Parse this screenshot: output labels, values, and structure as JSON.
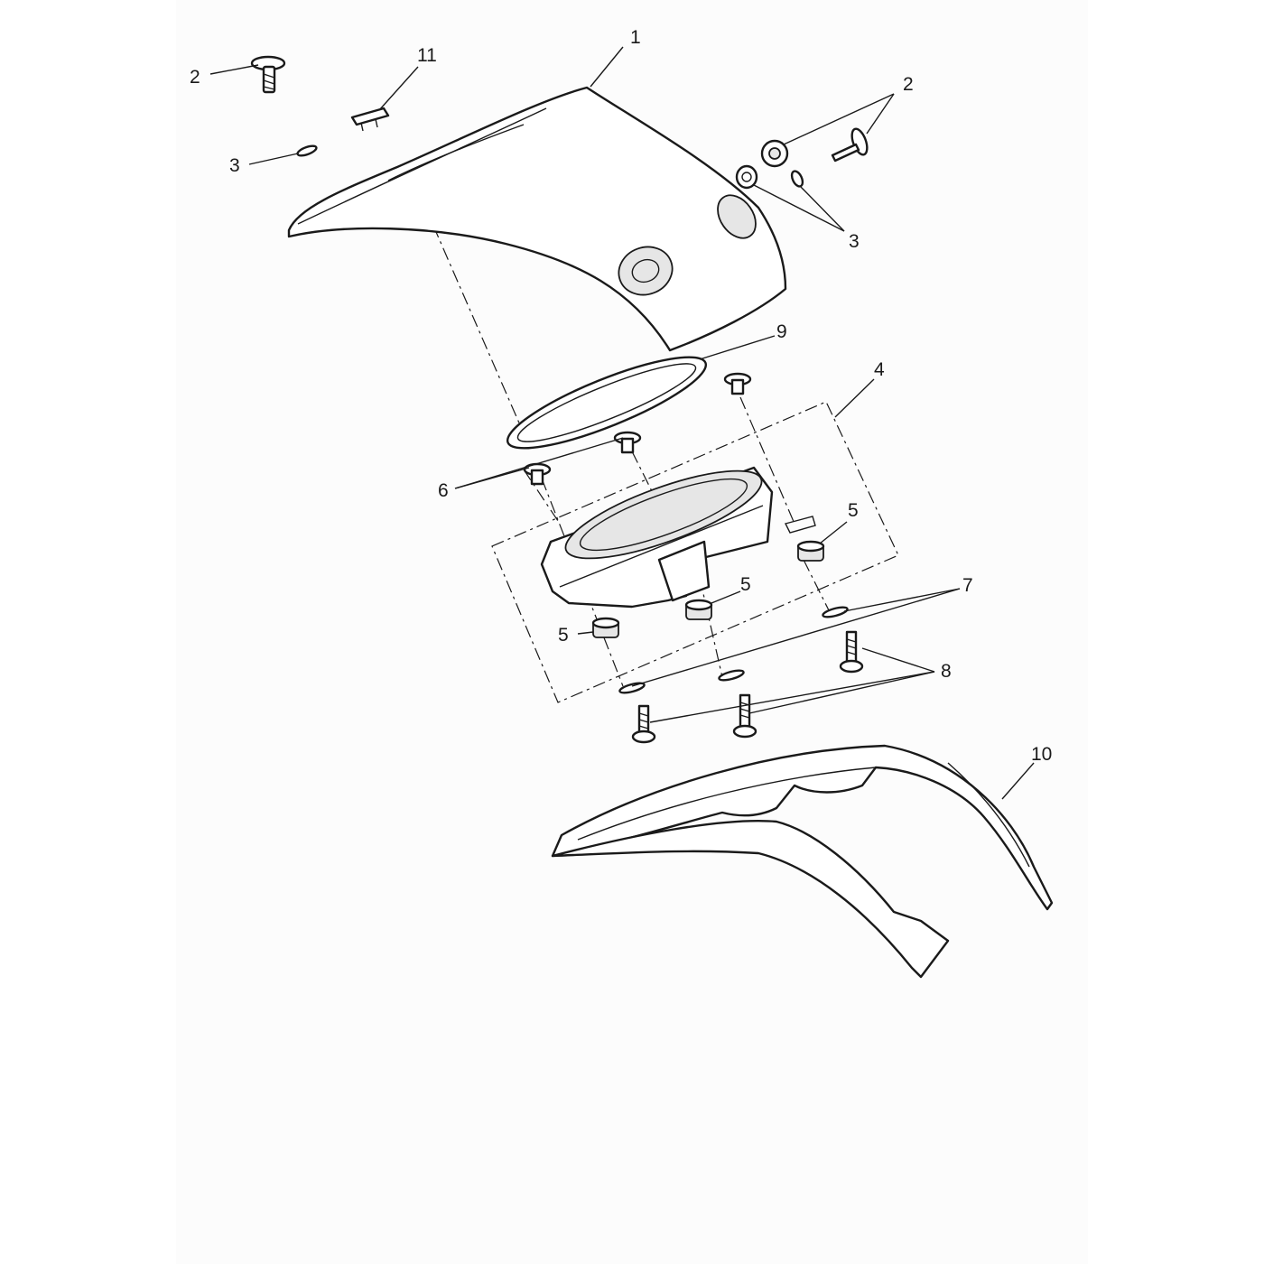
{
  "callouts": {
    "c1": "1",
    "c2a": "2",
    "c2b": "2",
    "c3a": "3",
    "c3b": "3",
    "c4": "4",
    "c5a": "5",
    "c5b": "5",
    "c5c": "5",
    "c6": "6",
    "c7": "7",
    "c8": "8",
    "c9": "9",
    "c10": "10",
    "c11": "11"
  }
}
